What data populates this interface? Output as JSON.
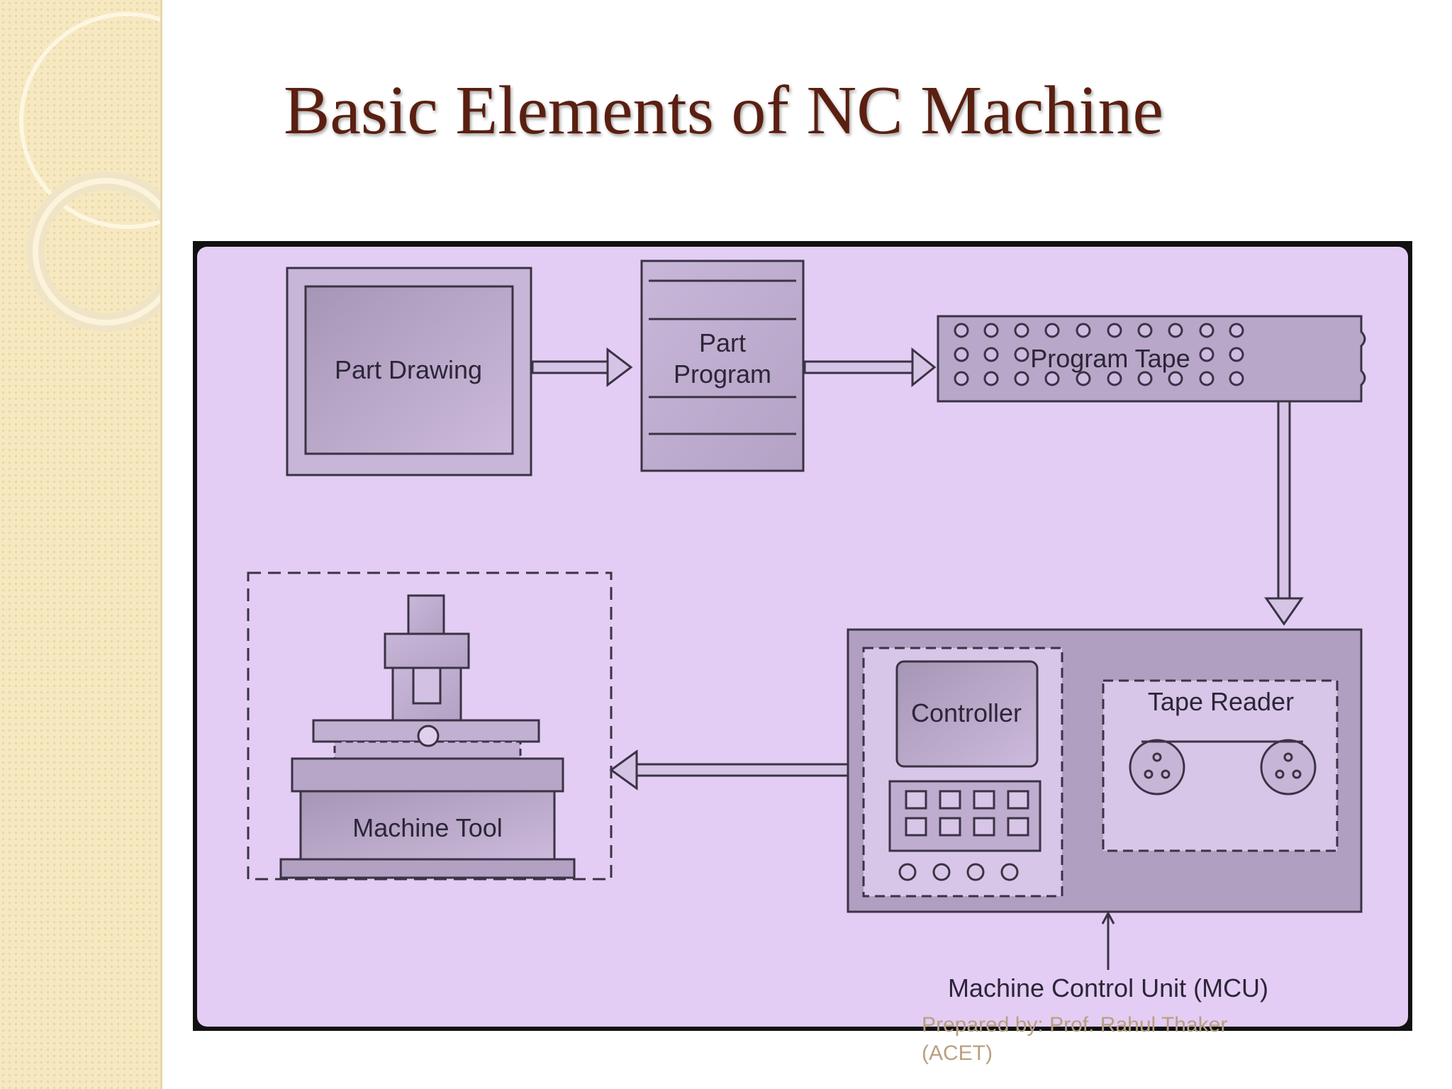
{
  "slide": {
    "title": "Basic Elements of NC Machine",
    "footer_line1": "Prepared by: Prof. Rahul Thaker",
    "footer_line2": "(ACET)"
  },
  "diagram": {
    "part_drawing": "Part Drawing",
    "part_program_line1": "Part",
    "part_program_line2": "Program",
    "program_tape": "Program Tape",
    "controller": "Controller",
    "tape_reader": "Tape Reader",
    "machine_tool": "Machine Tool",
    "mcu_label": "Machine Control Unit (MCU)"
  },
  "colors": {
    "sidebar_bg": "#f6e8c0",
    "title_text": "#5a1f10",
    "photo_bg": "#e4cdf4",
    "footer_text": "#b8a082"
  }
}
